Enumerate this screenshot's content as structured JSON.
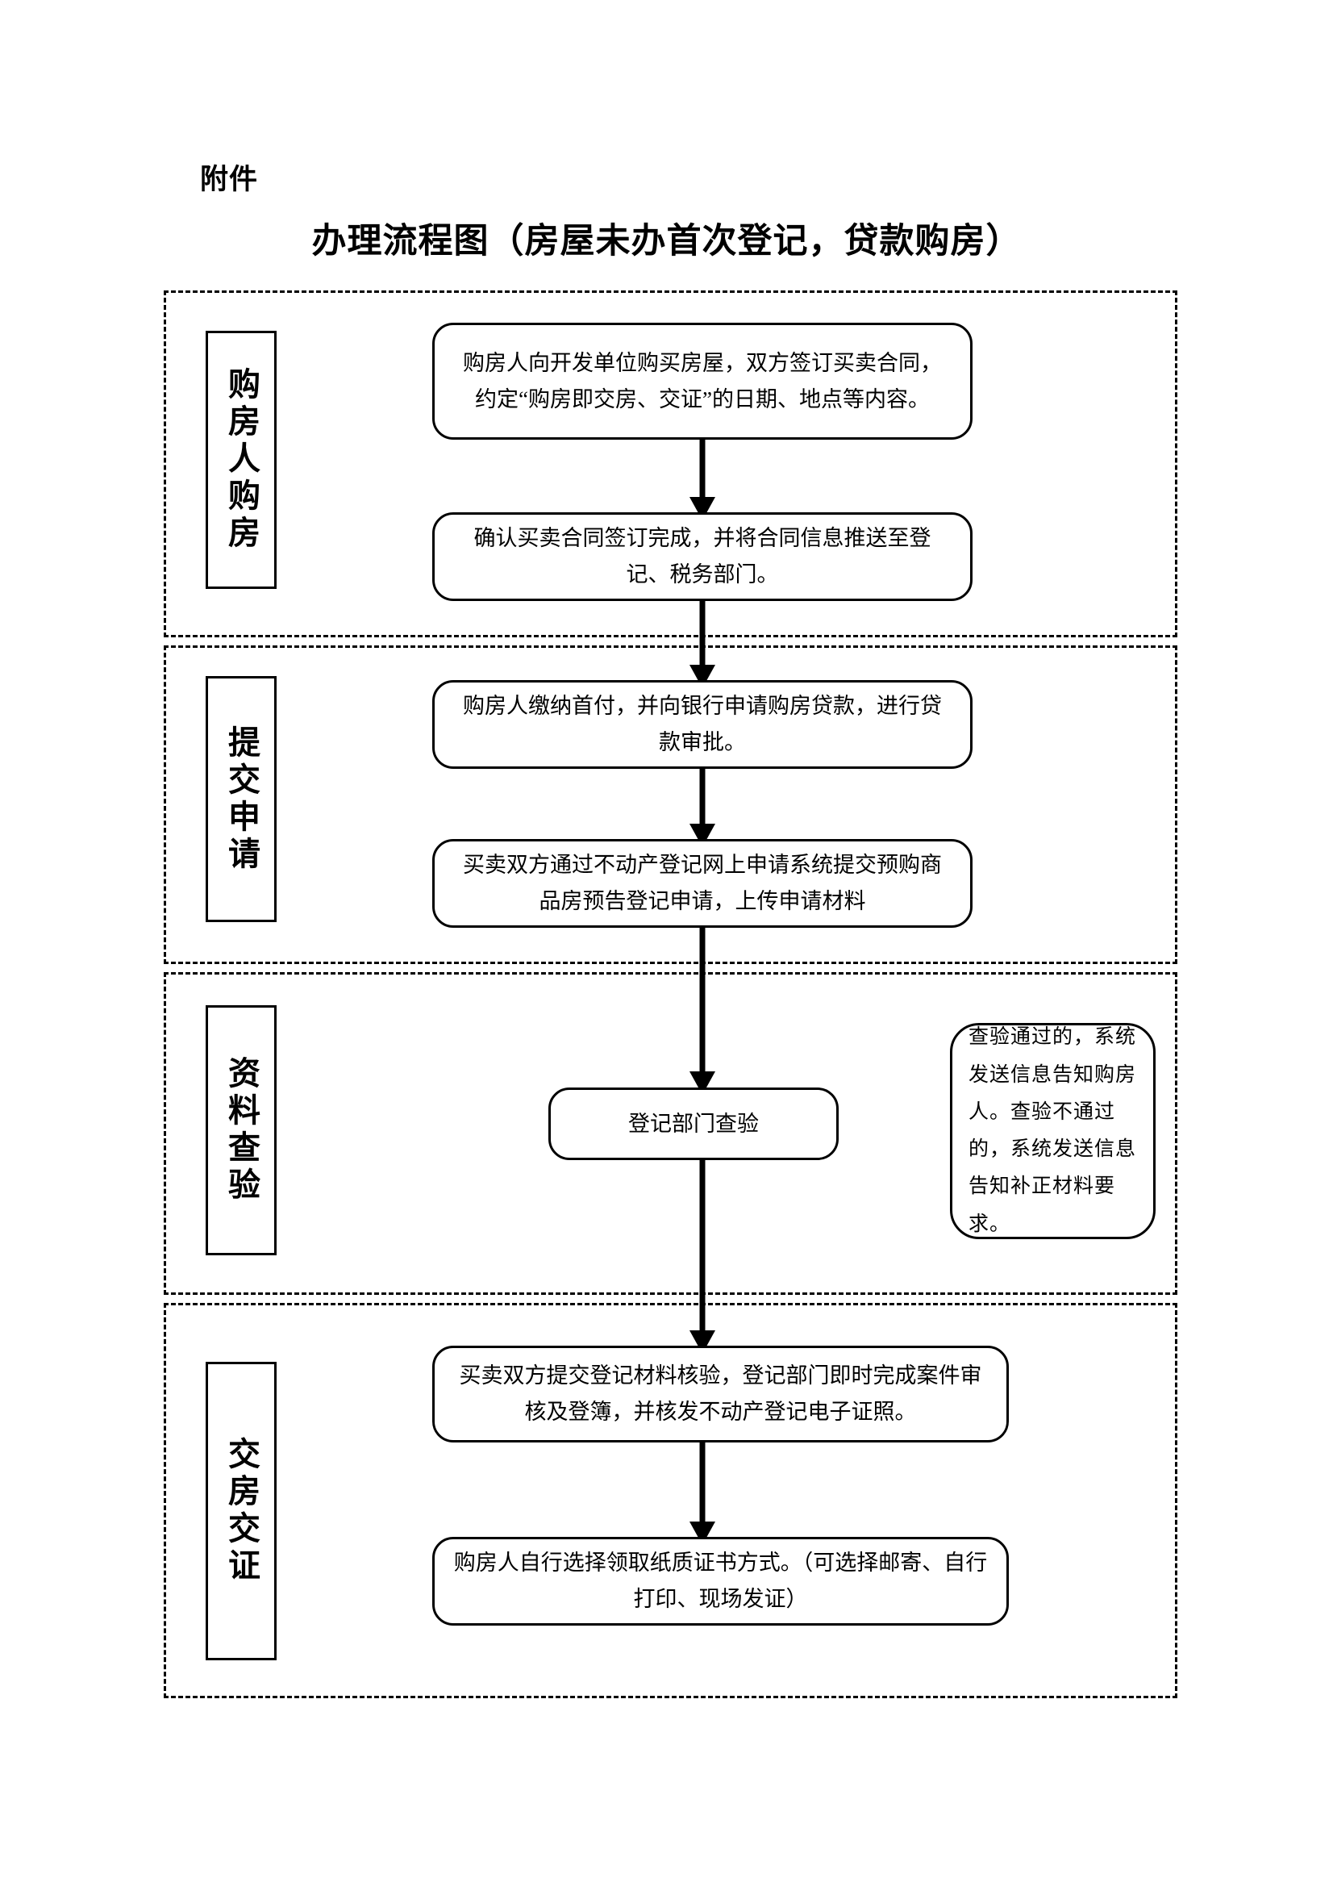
{
  "header": {
    "attachment_label": "附件",
    "title": "办理流程图（房屋未办首次登记，贷款购房）"
  },
  "stages": [
    {
      "id": "stage-1",
      "label": "购房人购房"
    },
    {
      "id": "stage-2",
      "label": "提交申请"
    },
    {
      "id": "stage-3",
      "label": "资料查验"
    },
    {
      "id": "stage-4",
      "label": "交房交证"
    }
  ],
  "boxes": {
    "box_1": "购房人向开发单位购买房屋，双方签订买卖合同，约定“购房即交房、交证”的日期、地点等内容。",
    "box_2": "确认买卖合同签订完成，并将合同信息推送至登记、税务部门。",
    "box_3": "购房人缴纳首付，并向银行申请购房贷款，进行贷款审批。",
    "box_4": "买卖双方通过不动产登记网上申请系统提交预购商品房预告登记申请，上传申请材料",
    "box_verify": "登记部门查验",
    "box_5": "买卖双方提交登记材料核验，登记部门即时完成案件审核及登簿，并核发不动产登记电子证照。",
    "box_6": "购房人自行选择领取纸质证书方式。（可选择邮寄、自行打印、现场发证）"
  },
  "side_note": {
    "text": "查验通过的，系统发送信息告知购房人。查验不通过的，系统发送信息告知补正材料要求。"
  },
  "colors": {
    "ink": "#000000",
    "paper": "#ffffff"
  },
  "flow_order": [
    "box_1",
    "box_2",
    "box_3",
    "box_4",
    "box_verify",
    "box_5",
    "box_6"
  ]
}
